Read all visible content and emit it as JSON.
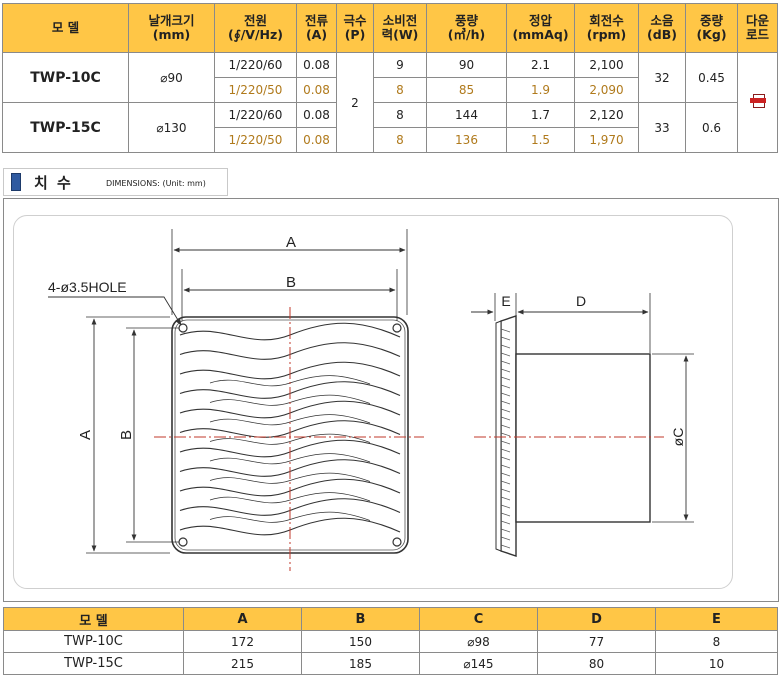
{
  "spec_table": {
    "headers": [
      "모 델",
      "날개크기\n(mm)",
      "전원\n(∮/V/Hz)",
      "전류\n(A)",
      "극수\n(P)",
      "소비전\n력(W)",
      "풍량\n(㎥/h)",
      "정압\n(mmAq)",
      "회전수\n(rpm)",
      "소음\n(dB)",
      "중량\n(Kg)",
      "다운\n로드"
    ],
    "poles": "2",
    "models": [
      {
        "name": "TWP-10C",
        "blade": "⌀90",
        "noise": "32",
        "weight": "0.45",
        "rows": [
          {
            "power": "1/220/60",
            "current": "0.08",
            "watt": "9",
            "flow": "90",
            "pressure": "2.1",
            "rpm": "2,100"
          },
          {
            "power": "1/220/50",
            "current": "0.08",
            "watt": "8",
            "flow": "85",
            "pressure": "1.9",
            "rpm": "2,090"
          }
        ]
      },
      {
        "name": "TWP-15C",
        "blade": "⌀130",
        "noise": "33",
        "weight": "0.6",
        "rows": [
          {
            "power": "1/220/60",
            "current": "0.08",
            "watt": "8",
            "flow": "144",
            "pressure": "1.7",
            "rpm": "2,120"
          },
          {
            "power": "1/220/50",
            "current": "0.08",
            "watt": "8",
            "flow": "136",
            "pressure": "1.5",
            "rpm": "1,970"
          }
        ]
      }
    ],
    "download_icon": "document-download-icon"
  },
  "dimensions_header": {
    "title": "치 수",
    "subtitle": "DIMENSIONS: (Unit: mm)"
  },
  "drawing": {
    "labels": {
      "hole": "4-ø3.5HOLE",
      "a_top": "A",
      "b_top": "B",
      "a_side": "A",
      "b_side": "B",
      "e_top": "E",
      "d_top": "D",
      "c_side": "øC"
    }
  },
  "dimension_table": {
    "headers": [
      "모 델",
      "A",
      "B",
      "C",
      "D",
      "E"
    ],
    "rows": [
      [
        "TWP-10C",
        "172",
        "150",
        "⌀98",
        "77",
        "8"
      ],
      [
        "TWP-15C",
        "215",
        "185",
        "⌀145",
        "80",
        "10"
      ]
    ]
  },
  "colors": {
    "header_bg": "#ffc646",
    "alt_text": "#b07a1c",
    "center_line": "#c0392b"
  }
}
